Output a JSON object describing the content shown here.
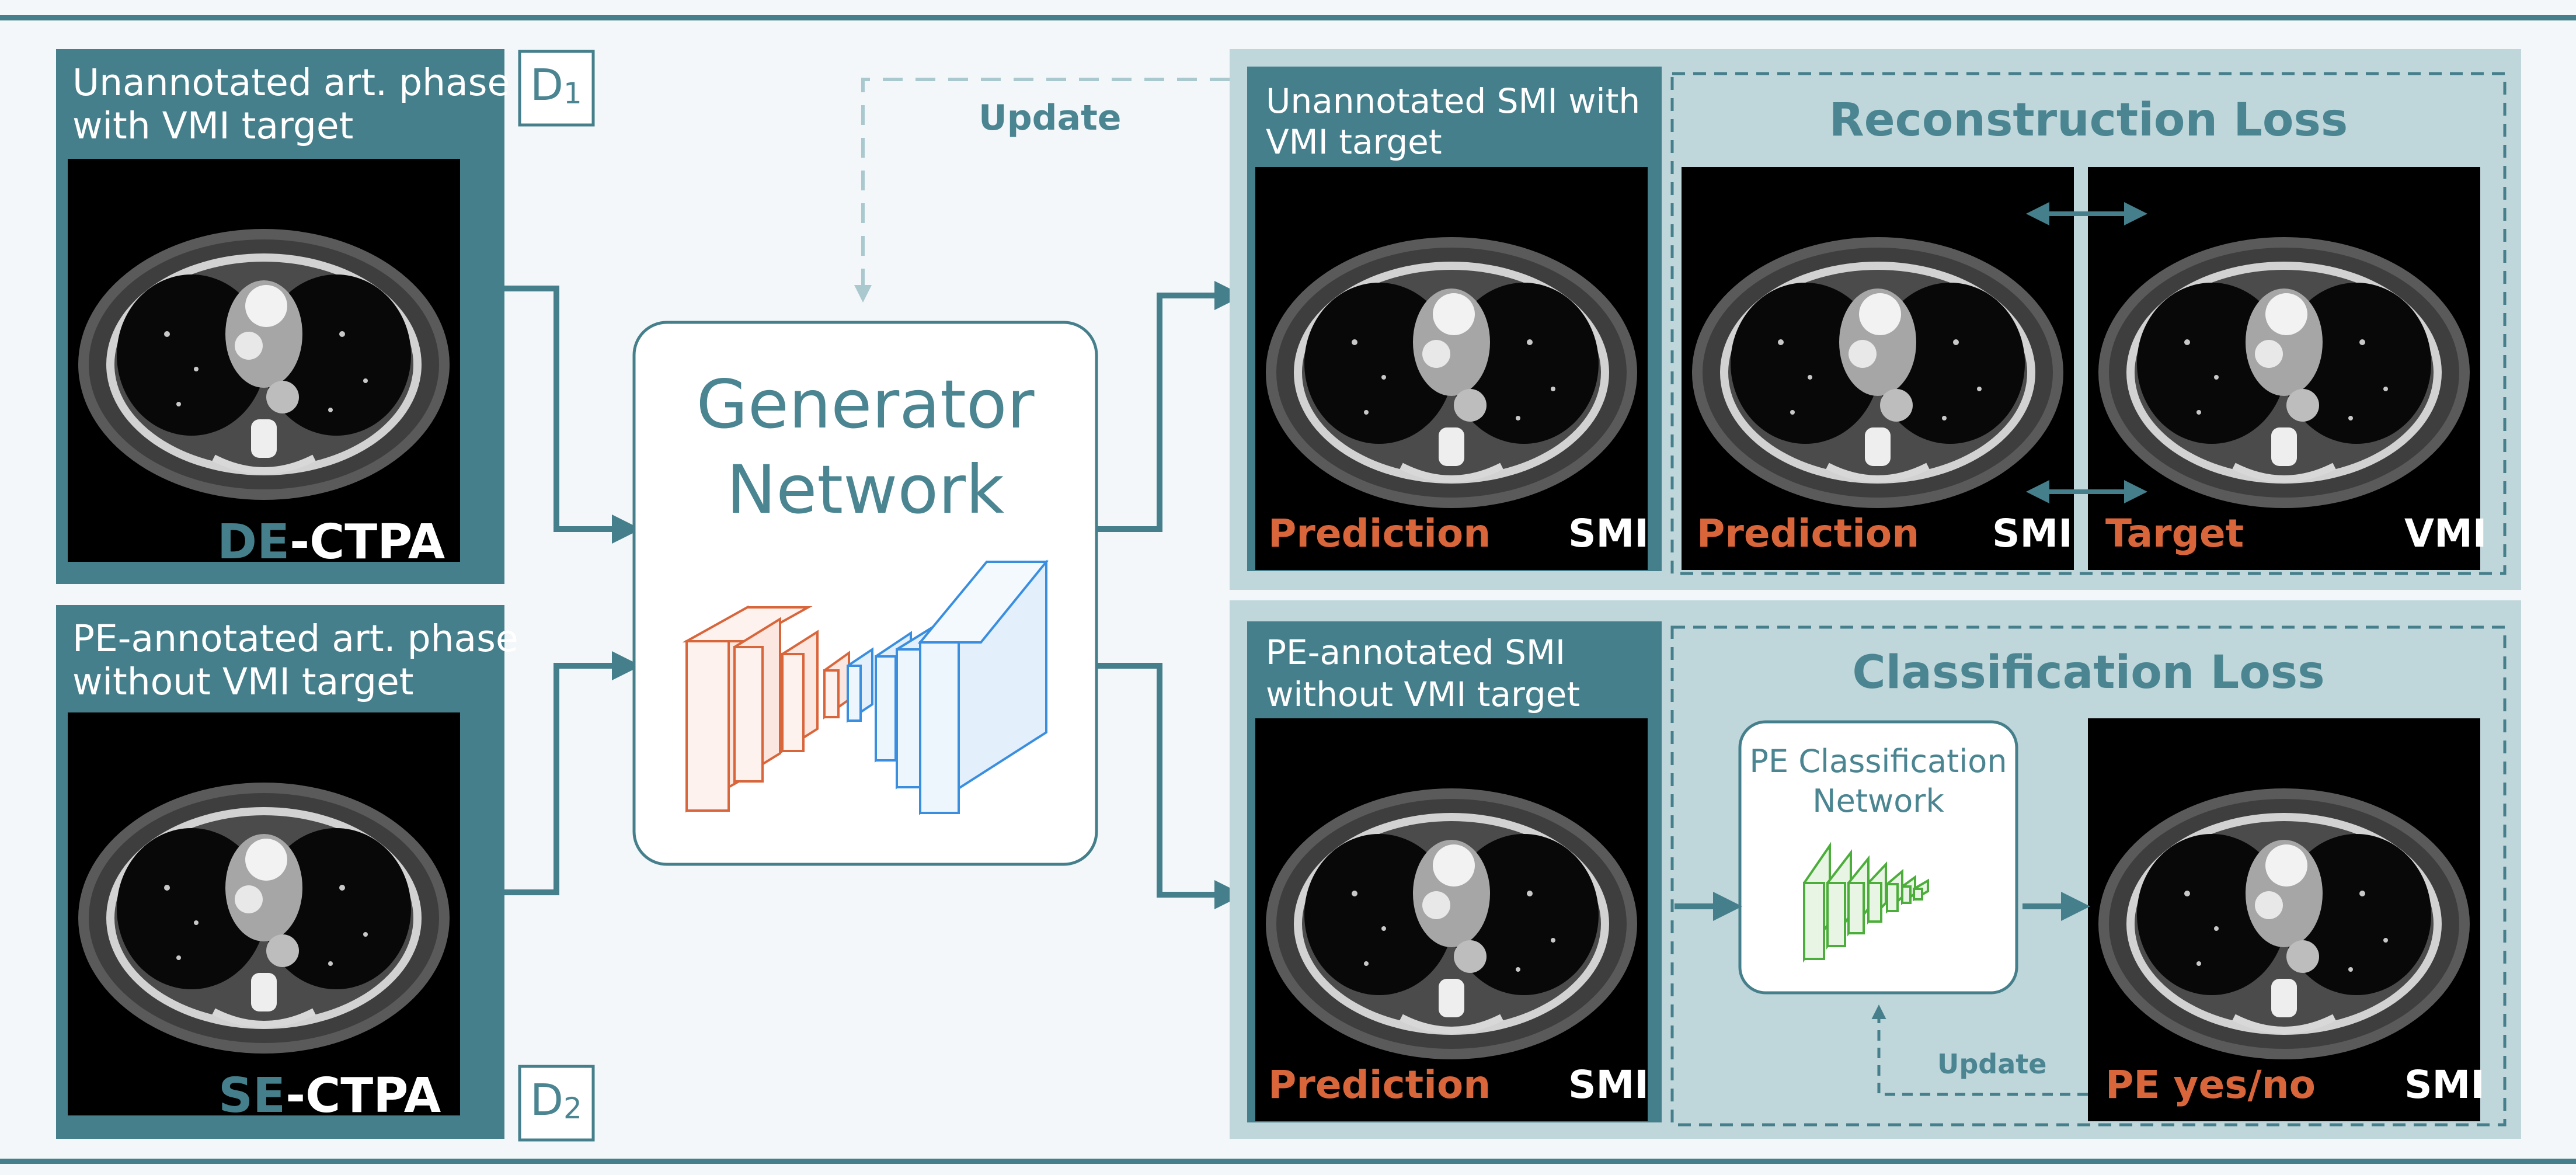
{
  "colors": {
    "teal": "#457f8b",
    "teal_light": "#a9c9cf",
    "panel_bg": "#bfd6da",
    "orange": "#d9653b",
    "blue": "#3a8ee0",
    "green": "#4cae3a",
    "page_bg": "#f3f7f9"
  },
  "inputs": {
    "d1": {
      "caption_line1": "Unannotated art. phase",
      "caption_line2": "with VMI target",
      "tag_prefix": "DE",
      "tag_suffix": "-CTPA",
      "dataset_letter": "D",
      "dataset_index": "1"
    },
    "d2": {
      "caption_line1": "PE-annotated art. phase",
      "caption_line2": "without VMI target",
      "tag_prefix": "SE",
      "tag_suffix": "-CTPA",
      "dataset_letter": "D",
      "dataset_index": "2"
    }
  },
  "generator": {
    "line1": "Generator",
    "line2": "Network"
  },
  "update_top": "Update",
  "reconstruction": {
    "caption_line1": "Unannotated SMI with",
    "caption_line2": "VMI target",
    "title": "Reconstruction Loss",
    "pred_label": "Prediction",
    "pred_tag": "SMI",
    "loss_pred_label": "Prediction",
    "loss_pred_tag": "SMI",
    "target_label": "Target",
    "target_tag": "VMI"
  },
  "classification": {
    "caption_line1": "PE-annotated SMI",
    "caption_line2": "without VMI target",
    "title": "Classification Loss",
    "pred_label": "Prediction",
    "pred_tag": "SMI",
    "network_line1": "PE Classification",
    "network_line2": "Network",
    "update": "Update",
    "output_label": "PE yes/no",
    "output_tag": "SMI"
  }
}
